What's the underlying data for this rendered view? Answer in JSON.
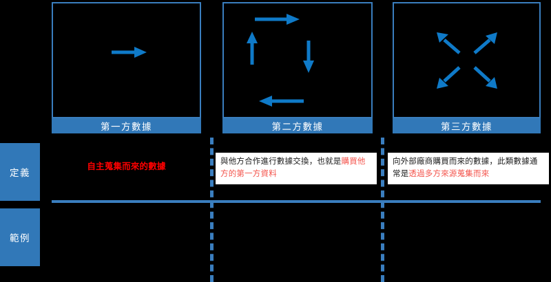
{
  "panels": [
    {
      "key": "first-party",
      "label": "第一方數據",
      "icon": "single-right-arrow-icon",
      "definition_plain": "",
      "definition_red": "自主蒐集而來的數據"
    },
    {
      "key": "second-party",
      "label": "第二方數據",
      "icon": "cycle-arrows-icon",
      "definition_plain": "與他方合作進行數據交換，也就是",
      "definition_red": "購買他方的第一方資料"
    },
    {
      "key": "third-party",
      "label": "第三方數據",
      "icon": "four-way-diverging-arrows-icon",
      "definition_plain": "向外部廠商購買而來的數據，此類數據通常是",
      "definition_red": "透過多方來源蒐集而來"
    }
  ],
  "categories": [
    {
      "key": "definition",
      "label": "定義"
    },
    {
      "key": "example",
      "label": "範例"
    }
  ],
  "colors": {
    "brand_blue": "#3178B8",
    "border_blue": "#3A7EBF",
    "arrow_blue": "#0F7AC8",
    "highlight_red": "#FF0000",
    "soft_red": "#F4544C",
    "background": "#000000"
  }
}
